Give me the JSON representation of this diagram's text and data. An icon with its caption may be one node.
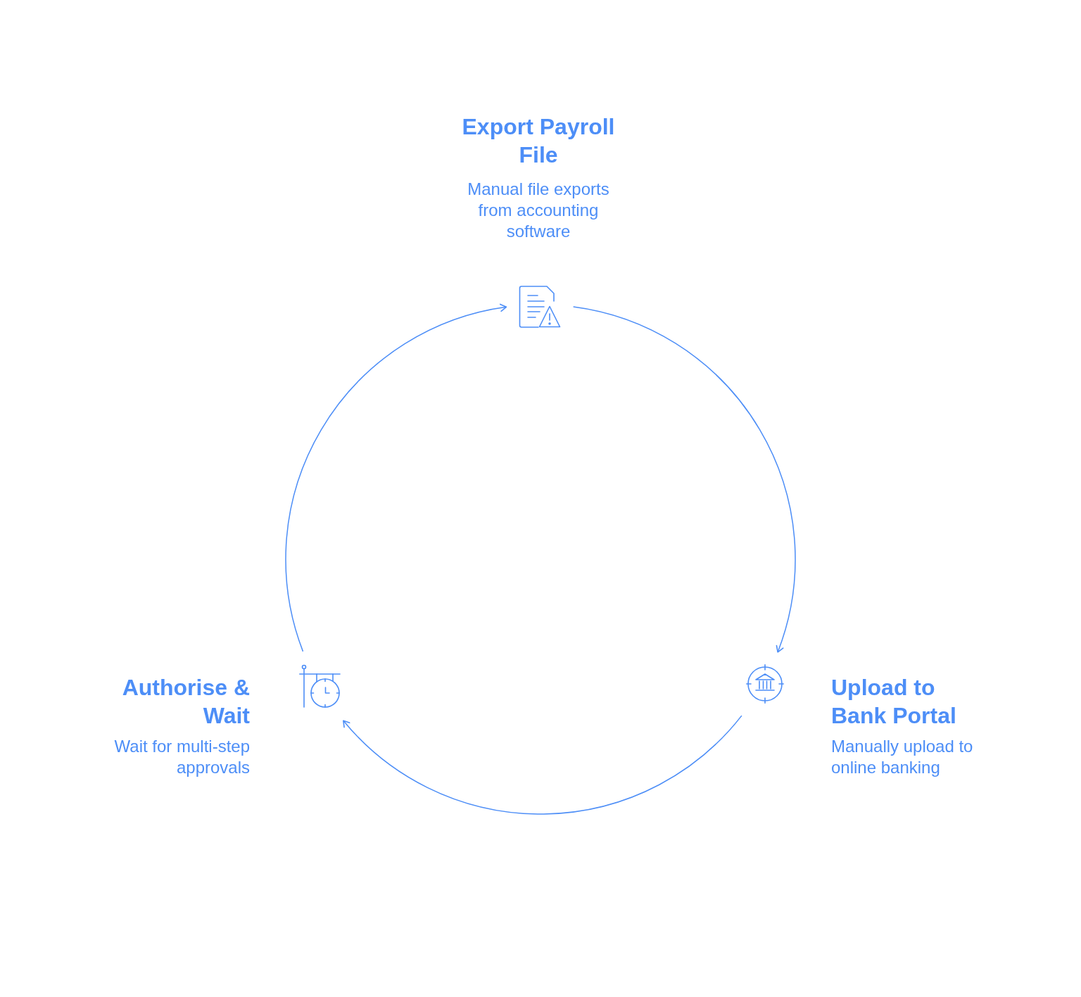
{
  "diagram": {
    "nodes": [
      {
        "text": [],
        "shape": "picture",
        "beside": [
          "Export Payroll File",
          "Manual file exports from accounting software"
        ]
      },
      {
        "text": [],
        "shape": "picture",
        "beside": [
          "Upload to Bank Portal",
          "Manually upload to online banking"
        ]
      },
      {
        "text": [],
        "shape": "picture",
        "beside": [
          "Authorise & Wait",
          "Wait for multi-step approvals"
        ]
      }
    ],
    "edges": [
      {
        "from": 0,
        "to": 1,
        "arrow": "to"
      },
      {
        "from": 1,
        "to": 2,
        "arrow": "to"
      },
      {
        "from": 2,
        "to": 0,
        "arrow": "to"
      }
    ]
  }
}
